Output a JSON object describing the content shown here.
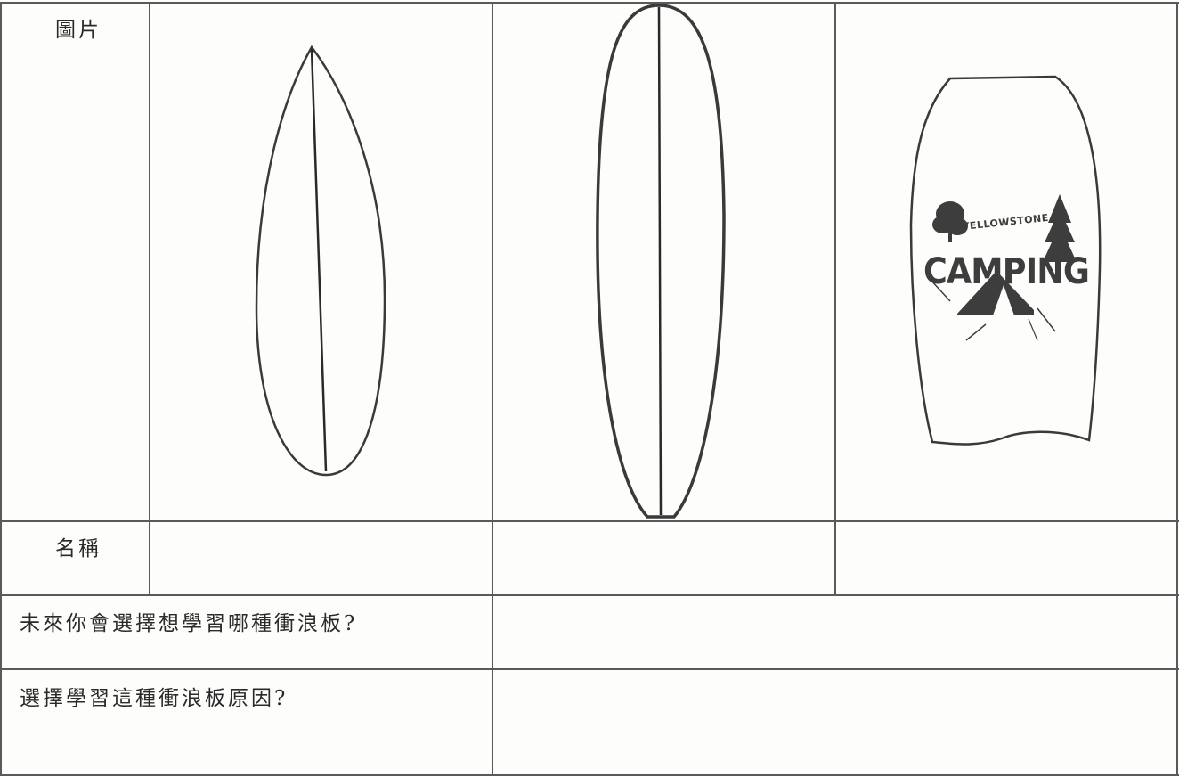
{
  "worksheet": {
    "row_picture_label": "圖片",
    "row_name_label": "名稱",
    "question_future": "未來你會選擇想學習哪種衝浪板?",
    "question_reason": "選擇學習這種衝浪板原因?",
    "boards": [
      {
        "id": "shortboard",
        "icon": "shortboard-drawing",
        "name": ""
      },
      {
        "id": "longboard",
        "icon": "longboard-drawing",
        "name": ""
      },
      {
        "id": "bodyboard",
        "icon": "bodyboard-drawing",
        "name": ""
      }
    ],
    "bodyboard_print": {
      "small_text": "YELLOWSTONE",
      "big_text": "CAMPING"
    },
    "answers": {
      "future_choice": "",
      "reason": ""
    }
  }
}
